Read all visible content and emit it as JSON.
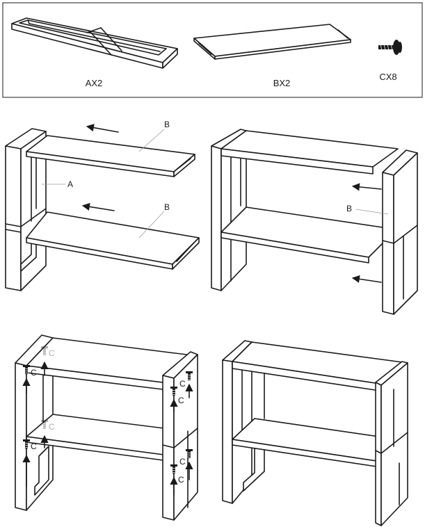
{
  "parts": [
    {
      "label": "AX2",
      "name": "side frame"
    },
    {
      "label": "BX2",
      "name": "shelf board"
    },
    {
      "label": "CX8",
      "name": "screw"
    }
  ],
  "steps": {
    "step1": {
      "label_b_top": "B",
      "label_a": "A",
      "label_b_bottom": "B"
    },
    "step2": {
      "label_b": "B"
    },
    "step3": {
      "screw_label": "C"
    }
  }
}
